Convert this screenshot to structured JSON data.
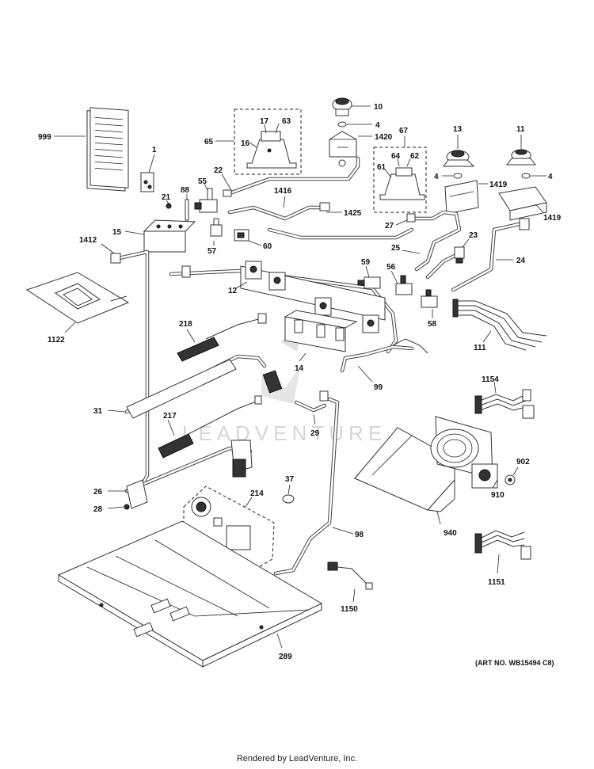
{
  "parts": {
    "p999": "999",
    "p1": "1",
    "p21": "21",
    "p88": "88",
    "p55": "55",
    "p22": "22",
    "p65": "65",
    "p17": "17",
    "p63": "63",
    "p16": "16",
    "p10": "10",
    "p4a": "4",
    "p1420": "1420",
    "p67": "67",
    "p64": "64",
    "p62": "62",
    "p61": "61",
    "p13": "13",
    "p4b": "4",
    "p1419a": "1419",
    "p11": "11",
    "p4c": "4",
    "p1419b": "1419",
    "p1416": "1416",
    "p1425": "1425",
    "p27": "27",
    "p25": "25",
    "p23": "23",
    "p24": "24",
    "p15": "15",
    "p57": "57",
    "p60": "60",
    "p1412": "1412",
    "p12": "12",
    "p59": "59",
    "p56": "56",
    "p58": "58",
    "p1122": "1122",
    "p111": "111",
    "p218": "218",
    "p14": "14",
    "p99": "99",
    "p31": "31",
    "p29": "29",
    "p1154": "1154",
    "p217": "217",
    "p902": "902",
    "p26": "26",
    "p28": "28",
    "p37": "37",
    "p214": "214",
    "p910": "910",
    "p940": "940",
    "p98": "98",
    "p1151": "1151",
    "p1150": "1150",
    "p289": "289"
  },
  "art_number": "(ART NO. WB15494 C8)",
  "watermark": "LEADVENTURE",
  "footer": "Rendered by LeadVenture, Inc."
}
